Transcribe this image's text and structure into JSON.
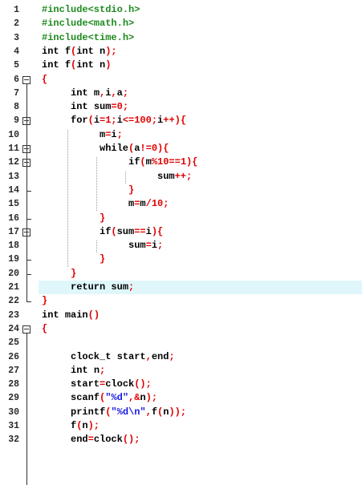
{
  "highlight_line": 21,
  "lines": [
    {
      "n": "1",
      "indent": 0,
      "tokens": [
        {
          "t": "#include<stdio.h>",
          "c": "pp"
        }
      ]
    },
    {
      "n": "2",
      "indent": 0,
      "tokens": [
        {
          "t": "#include<math.h>",
          "c": "pp"
        }
      ]
    },
    {
      "n": "3",
      "indent": 0,
      "tokens": [
        {
          "t": "#include<time.h>",
          "c": "pp"
        }
      ]
    },
    {
      "n": "4",
      "indent": 0,
      "tokens": [
        {
          "t": "int ",
          "c": "kw"
        },
        {
          "t": "f",
          "c": "id"
        },
        {
          "t": "(",
          "c": "op"
        },
        {
          "t": "int ",
          "c": "kw"
        },
        {
          "t": "n",
          "c": "id"
        },
        {
          "t": ");",
          "c": "op"
        }
      ]
    },
    {
      "n": "5",
      "indent": 0,
      "tokens": [
        {
          "t": "int ",
          "c": "kw"
        },
        {
          "t": "f",
          "c": "id"
        },
        {
          "t": "(",
          "c": "op"
        },
        {
          "t": "int ",
          "c": "kw"
        },
        {
          "t": "n",
          "c": "id"
        },
        {
          "t": ")",
          "c": "op"
        }
      ]
    },
    {
      "n": "6",
      "indent": 0,
      "tokens": [
        {
          "t": "{",
          "c": "op"
        }
      ]
    },
    {
      "n": "7",
      "indent": 1,
      "tokens": [
        {
          "t": "int ",
          "c": "kw"
        },
        {
          "t": "m",
          "c": "id"
        },
        {
          "t": ",",
          "c": "op"
        },
        {
          "t": "i",
          "c": "id"
        },
        {
          "t": ",",
          "c": "op"
        },
        {
          "t": "a",
          "c": "id"
        },
        {
          "t": ";",
          "c": "op"
        }
      ]
    },
    {
      "n": "8",
      "indent": 1,
      "tokens": [
        {
          "t": "int ",
          "c": "kw"
        },
        {
          "t": "sum",
          "c": "id"
        },
        {
          "t": "=",
          "c": "op"
        },
        {
          "t": "0",
          "c": "num"
        },
        {
          "t": ";",
          "c": "op"
        }
      ]
    },
    {
      "n": "9",
      "indent": 1,
      "tokens": [
        {
          "t": "for",
          "c": "kw"
        },
        {
          "t": "(",
          "c": "op"
        },
        {
          "t": "i",
          "c": "id"
        },
        {
          "t": "=",
          "c": "op"
        },
        {
          "t": "1",
          "c": "num"
        },
        {
          "t": ";",
          "c": "op"
        },
        {
          "t": "i",
          "c": "id"
        },
        {
          "t": "<=",
          "c": "op"
        },
        {
          "t": "100",
          "c": "num"
        },
        {
          "t": ";",
          "c": "op"
        },
        {
          "t": "i",
          "c": "id"
        },
        {
          "t": "++){",
          "c": "op"
        }
      ]
    },
    {
      "n": "10",
      "indent": 2,
      "tokens": [
        {
          "t": "m",
          "c": "id"
        },
        {
          "t": "=",
          "c": "op"
        },
        {
          "t": "i",
          "c": "id"
        },
        {
          "t": ";",
          "c": "op"
        }
      ]
    },
    {
      "n": "11",
      "indent": 2,
      "tokens": [
        {
          "t": "while",
          "c": "kw"
        },
        {
          "t": "(",
          "c": "op"
        },
        {
          "t": "a",
          "c": "id"
        },
        {
          "t": "!=",
          "c": "op"
        },
        {
          "t": "0",
          "c": "num"
        },
        {
          "t": "){",
          "c": "op"
        }
      ]
    },
    {
      "n": "12",
      "indent": 3,
      "tokens": [
        {
          "t": "if",
          "c": "kw"
        },
        {
          "t": "(",
          "c": "op"
        },
        {
          "t": "m",
          "c": "id"
        },
        {
          "t": "%",
          "c": "op"
        },
        {
          "t": "10",
          "c": "num"
        },
        {
          "t": "==",
          "c": "op"
        },
        {
          "t": "1",
          "c": "num"
        },
        {
          "t": "){",
          "c": "op"
        }
      ]
    },
    {
      "n": "13",
      "indent": 4,
      "tokens": [
        {
          "t": "sum",
          "c": "id"
        },
        {
          "t": "++;",
          "c": "op"
        }
      ]
    },
    {
      "n": "14",
      "indent": 3,
      "tokens": [
        {
          "t": "}",
          "c": "op"
        }
      ]
    },
    {
      "n": "15",
      "indent": 3,
      "tokens": [
        {
          "t": "m",
          "c": "id"
        },
        {
          "t": "=",
          "c": "op"
        },
        {
          "t": "m",
          "c": "id"
        },
        {
          "t": "/",
          "c": "op"
        },
        {
          "t": "10",
          "c": "num"
        },
        {
          "t": ";",
          "c": "op"
        }
      ]
    },
    {
      "n": "16",
      "indent": 2,
      "tokens": [
        {
          "t": "}",
          "c": "op"
        }
      ]
    },
    {
      "n": "17",
      "indent": 2,
      "tokens": [
        {
          "t": "if",
          "c": "kw"
        },
        {
          "t": "(",
          "c": "op"
        },
        {
          "t": "sum",
          "c": "id"
        },
        {
          "t": "==",
          "c": "op"
        },
        {
          "t": "i",
          "c": "id"
        },
        {
          "t": "){",
          "c": "op"
        }
      ]
    },
    {
      "n": "18",
      "indent": 3,
      "tokens": [
        {
          "t": "sum",
          "c": "id"
        },
        {
          "t": "=",
          "c": "op"
        },
        {
          "t": "i",
          "c": "id"
        },
        {
          "t": ";",
          "c": "op"
        }
      ]
    },
    {
      "n": "19",
      "indent": 2,
      "tokens": [
        {
          "t": "}",
          "c": "op"
        }
      ]
    },
    {
      "n": "20",
      "indent": 1,
      "tokens": [
        {
          "t": "}",
          "c": "op"
        }
      ]
    },
    {
      "n": "21",
      "indent": 1,
      "tokens": [
        {
          "t": "return ",
          "c": "kw"
        },
        {
          "t": "sum",
          "c": "id"
        },
        {
          "t": ";",
          "c": "op"
        }
      ]
    },
    {
      "n": "22",
      "indent": 0,
      "tokens": [
        {
          "t": "}",
          "c": "op"
        }
      ]
    },
    {
      "n": "23",
      "indent": 0,
      "tokens": [
        {
          "t": "int ",
          "c": "kw"
        },
        {
          "t": "main",
          "c": "id"
        },
        {
          "t": "()",
          "c": "op"
        }
      ]
    },
    {
      "n": "24",
      "indent": 0,
      "tokens": [
        {
          "t": "{",
          "c": "op"
        }
      ]
    },
    {
      "n": "25",
      "indent": 1,
      "tokens": []
    },
    {
      "n": "26",
      "indent": 1,
      "tokens": [
        {
          "t": "clock_t ",
          "c": "id"
        },
        {
          "t": "start",
          "c": "id"
        },
        {
          "t": ",",
          "c": "op"
        },
        {
          "t": "end",
          "c": "id"
        },
        {
          "t": ";",
          "c": "op"
        }
      ]
    },
    {
      "n": "27",
      "indent": 1,
      "tokens": [
        {
          "t": "int ",
          "c": "kw"
        },
        {
          "t": "n",
          "c": "id"
        },
        {
          "t": ";",
          "c": "op"
        }
      ]
    },
    {
      "n": "28",
      "indent": 1,
      "tokens": [
        {
          "t": "start",
          "c": "id"
        },
        {
          "t": "=",
          "c": "op"
        },
        {
          "t": "clock",
          "c": "id"
        },
        {
          "t": "();",
          "c": "op"
        }
      ]
    },
    {
      "n": "29",
      "indent": 1,
      "tokens": [
        {
          "t": "scanf",
          "c": "id"
        },
        {
          "t": "(",
          "c": "op"
        },
        {
          "t": "\"%d\"",
          "c": "str"
        },
        {
          "t": ",&",
          "c": "op"
        },
        {
          "t": "n",
          "c": "id"
        },
        {
          "t": ");",
          "c": "op"
        }
      ]
    },
    {
      "n": "30",
      "indent": 1,
      "tokens": [
        {
          "t": "printf",
          "c": "id"
        },
        {
          "t": "(",
          "c": "op"
        },
        {
          "t": "\"%d\\n\"",
          "c": "str"
        },
        {
          "t": ",",
          "c": "op"
        },
        {
          "t": "f",
          "c": "id"
        },
        {
          "t": "(",
          "c": "op"
        },
        {
          "t": "n",
          "c": "id"
        },
        {
          "t": "));",
          "c": "op"
        }
      ]
    },
    {
      "n": "31",
      "indent": 1,
      "tokens": [
        {
          "t": "f",
          "c": "id"
        },
        {
          "t": "(",
          "c": "op"
        },
        {
          "t": "n",
          "c": "id"
        },
        {
          "t": ");",
          "c": "op"
        }
      ]
    },
    {
      "n": "32",
      "indent": 1,
      "tokens": [
        {
          "t": "end",
          "c": "id"
        },
        {
          "t": "=",
          "c": "op"
        },
        {
          "t": "clock",
          "c": "id"
        },
        {
          "t": "();",
          "c": "op"
        }
      ]
    }
  ],
  "fold_markers": [
    {
      "line": 6,
      "type": "box-open"
    },
    {
      "line": 9,
      "type": "box-open"
    },
    {
      "line": 11,
      "type": "box-open"
    },
    {
      "line": 12,
      "type": "box-open"
    },
    {
      "line": 14,
      "type": "end"
    },
    {
      "line": 16,
      "type": "end"
    },
    {
      "line": 17,
      "type": "box-open"
    },
    {
      "line": 19,
      "type": "end"
    },
    {
      "line": 20,
      "type": "end"
    },
    {
      "line": 22,
      "type": "end"
    },
    {
      "line": 24,
      "type": "box-open"
    }
  ],
  "colors": {
    "preprocessor": "#1e8a1e",
    "operator": "#e00000",
    "number": "#e00000",
    "string": "#1a1ae6",
    "line_highlight": "#dff7fb"
  }
}
